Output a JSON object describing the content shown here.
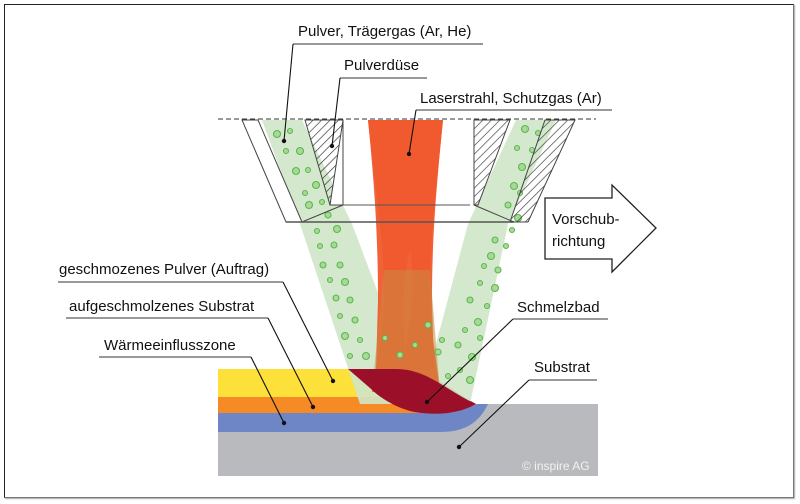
{
  "title": "Laser cladding (powder deposition) process diagram",
  "labels": {
    "powder_carrier_gas": "Pulver, Trägergas (Ar, He)",
    "powder_nozzle": "Pulverdüse",
    "laser_beam_shield_gas": "Laserstrahl, Schutzgas (Ar)",
    "feed_direction_line1": "Vorschub-",
    "feed_direction_line2": "richtung",
    "melted_powder": "geschmozenes Pulver (Auftrag)",
    "melted_substrate": "aufgeschmolzenes Substrat",
    "heat_affected_zone": "Wärmeeinflusszone",
    "melt_pool": "Schmelzbad",
    "substrate": "Substrat",
    "copyright": "© inspire AG"
  },
  "colors": {
    "laser": "#f05a2e",
    "powder_stream": "#cfe6c8",
    "powder_particle": "#5cb84a",
    "deposit_yellow": "#fde03a",
    "melted_substrate_orange": "#f58a26",
    "heat_affected_blue": "#6e86c6",
    "substrate_gray": "#b8babe",
    "melt_pool_red": "#9b1028"
  }
}
